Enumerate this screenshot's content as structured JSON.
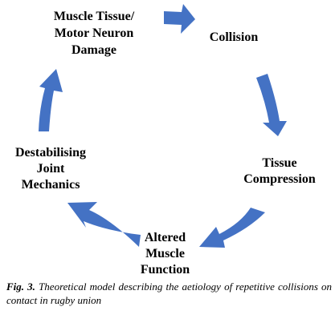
{
  "diagram": {
    "arrow_color": "#4472C4",
    "nodes": {
      "top_left": [
        "Muscle Tissue/",
        "Motor Neuron",
        "Damage"
      ],
      "collision": [
        "Collision"
      ],
      "tissue_compression": [
        "Tissue",
        "Compression"
      ],
      "altered_muscle_function": [
        "Altered",
        "Muscle",
        "Function"
      ],
      "destabilising": [
        "Destabilising",
        "Joint",
        "Mechanics"
      ]
    },
    "caption": {
      "lead": "Fig. 3.",
      "text": "Theoretical model describing the aetiology of repetitive collisions on contact in rugby union"
    }
  }
}
